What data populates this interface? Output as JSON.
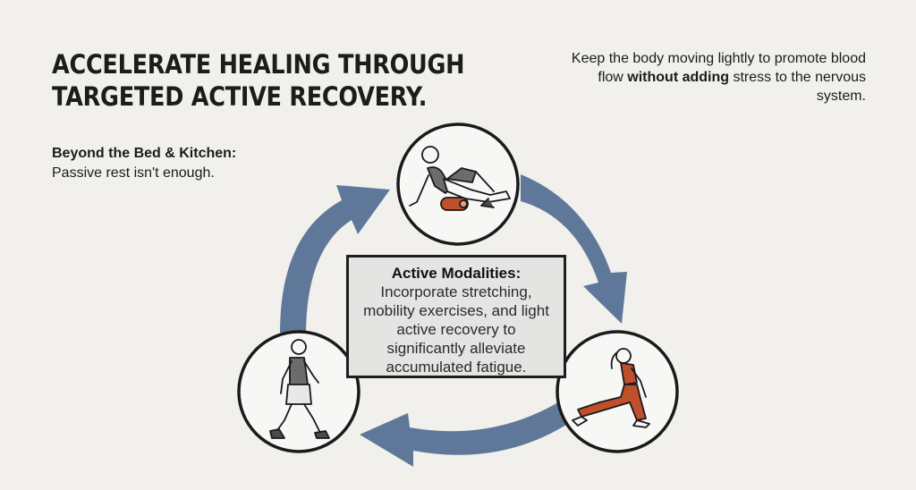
{
  "header": {
    "title_line1": "ACCELERATE HEALING THROUGH",
    "title_line2": "TARGETED ACTIVE RECOVERY."
  },
  "intro": {
    "bold": "Beyond the Bed & Kitchen:",
    "text": "Passive rest isn't enough."
  },
  "note": {
    "part1": "Keep the body moving lightly to promote blood flow ",
    "bold": "without adding",
    "part2": " stress to the nervous system."
  },
  "center": {
    "heading": "Active Modalities:",
    "body": "Incorporate stretching, mobility exercises, and light active recovery to significantly alleviate accumulated fatigue."
  },
  "cycle": {
    "arrow_color": "#5f7899",
    "accent_color": "#c0502c",
    "shirt_color": "#6c6c6c",
    "nodes": [
      {
        "icon": "foam-roller-icon"
      },
      {
        "icon": "lunge-stretch-icon"
      },
      {
        "icon": "walking-icon"
      }
    ]
  }
}
